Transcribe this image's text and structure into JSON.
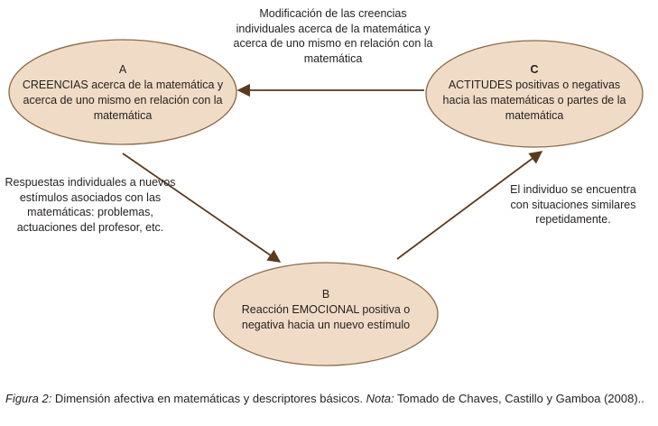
{
  "colors": {
    "node_fill": "#f0dcc6",
    "node_stroke": "#8a6a4a",
    "arrow": "#5a3a1e",
    "text": "#231f20"
  },
  "nodes": {
    "a": {
      "letter": "A",
      "text": "CREENCIAS acerca de la matemática y acerca de uno mismo en relación con la matemática"
    },
    "b": {
      "letter": "B",
      "text": "Reacción EMOCIONAL positiva o negativa hacia un nuevo estímulo"
    },
    "c": {
      "letter": "C",
      "text": "ACTITUDES positivas o negativas hacia las matemáticas o partes de la matemática"
    }
  },
  "edges": {
    "c_to_a": "Modificación de las creencias individuales acerca de la matemática y acerca de uno mismo en relación con la matemática",
    "a_to_b": "Respuestas individuales a nuevos estímulos asociados con las matemáticas: problemas, actuaciones del profesor, etc.",
    "b_to_c": "El individuo se encuentra con situaciones similares repetidamente."
  },
  "caption": {
    "figure_label": "Figura 2:",
    "text": " Dimensión afectiva en matemáticas y descriptores básicos. ",
    "note_label": "Nota:",
    "note": " Tomado de Chaves, Castillo y Gamboa (2008).."
  }
}
